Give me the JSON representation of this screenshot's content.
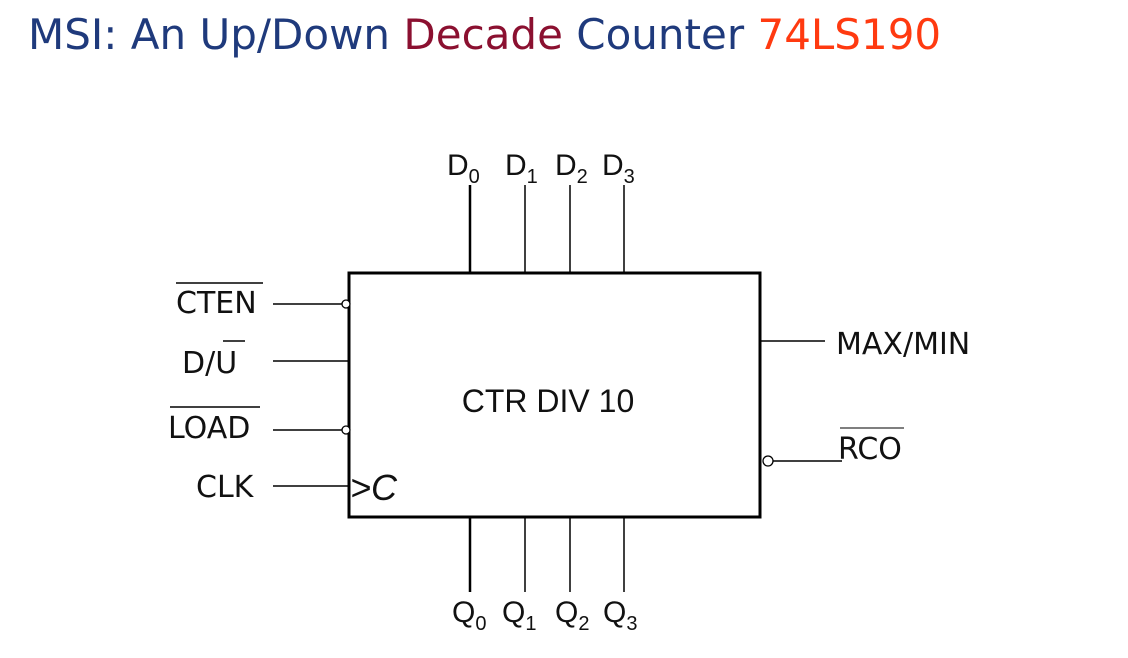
{
  "title": {
    "part1": "MSI: An Up/Down ",
    "part2": "Decade",
    "part3": " Counter ",
    "part4": "74LS190",
    "colors": {
      "main": "#1f3a7c",
      "accent": "#8b1030",
      "part_number": "#ff3a10"
    }
  },
  "block": {
    "label": "CTR DIV 10",
    "clock_marker": ">C"
  },
  "inputs_top": [
    {
      "name": "D",
      "sub": "0"
    },
    {
      "name": "D",
      "sub": "1"
    },
    {
      "name": "D",
      "sub": "2"
    },
    {
      "name": "D",
      "sub": "3"
    }
  ],
  "outputs_bottom": [
    {
      "name": "Q",
      "sub": "0"
    },
    {
      "name": "Q",
      "sub": "1"
    },
    {
      "name": "Q",
      "sub": "2"
    },
    {
      "name": "Q",
      "sub": "3"
    }
  ],
  "inputs_left": [
    {
      "label": "CTEN",
      "overbar": "full",
      "inverted": true
    },
    {
      "label_pre": "D/",
      "label_bar": "U",
      "overbar": "partial",
      "inverted": false
    },
    {
      "label": "LOAD",
      "overbar": "full",
      "inverted": true
    },
    {
      "label": "CLK",
      "overbar": "none",
      "inverted": false,
      "clock": true
    }
  ],
  "outputs_right": [
    {
      "label": "MAX/MIN",
      "overbar": "none",
      "inverted": false
    },
    {
      "label": "RCO",
      "overbar": "full",
      "inverted": true
    }
  ]
}
